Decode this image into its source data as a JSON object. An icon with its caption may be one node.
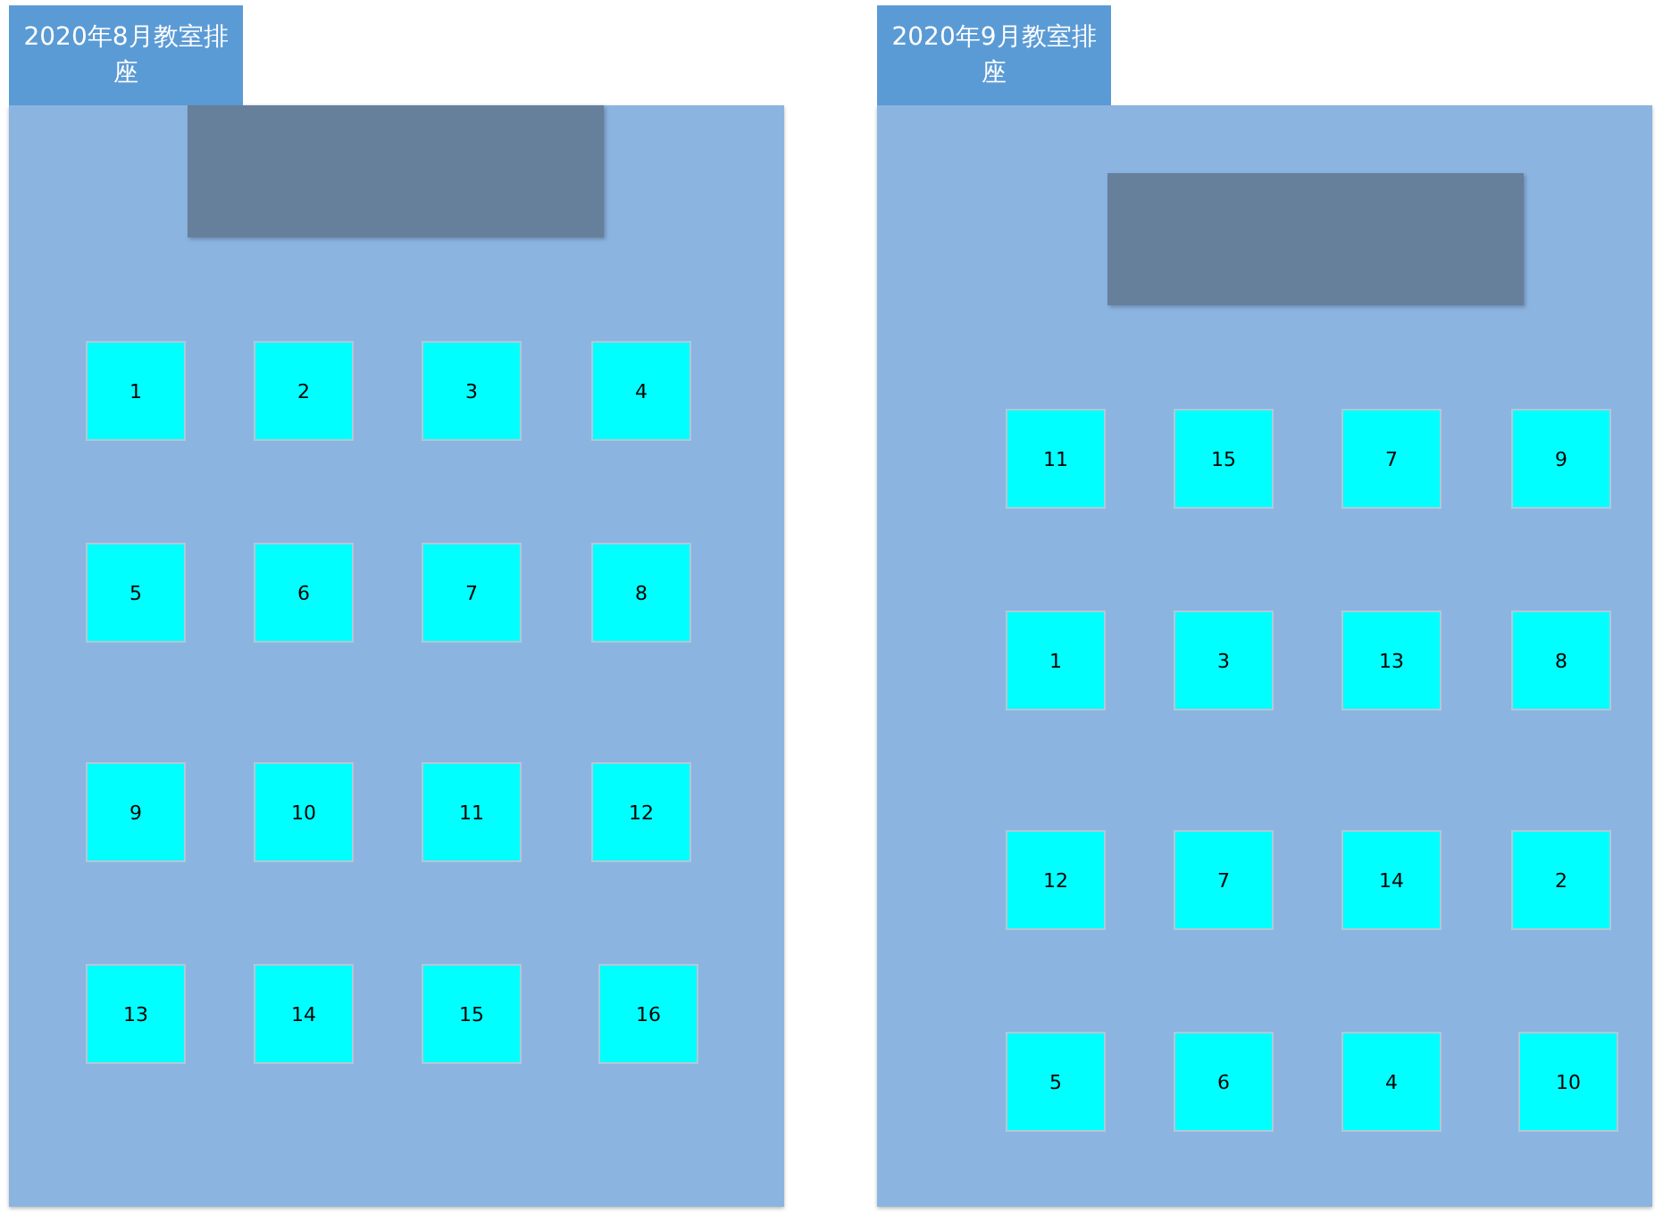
{
  "diagram": {
    "nodes": [
      {
        "text": [
          "2020年8月教室排座"
        ]
      },
      {
        "text": [],
        "shape": "box",
        "in": 0
      },
      {
        "text": [
          "1"
        ],
        "in": 0
      },
      {
        "text": [
          "2"
        ],
        "in": 0
      },
      {
        "text": [
          "3"
        ],
        "in": 0
      },
      {
        "text": [
          "4"
        ],
        "in": 0
      },
      {
        "text": [
          "5"
        ],
        "in": 0
      },
      {
        "text": [
          "6"
        ],
        "in": 0
      },
      {
        "text": [
          "7"
        ],
        "in": 0
      },
      {
        "text": [
          "8"
        ],
        "in": 0
      },
      {
        "text": [
          "9"
        ],
        "in": 0
      },
      {
        "text": [
          "10"
        ],
        "in": 0
      },
      {
        "text": [
          "11"
        ],
        "in": 0
      },
      {
        "text": [
          "12"
        ],
        "in": 0
      },
      {
        "text": [
          "13"
        ],
        "in": 0
      },
      {
        "text": [
          "14"
        ],
        "in": 0
      },
      {
        "text": [
          "15"
        ],
        "in": 0
      },
      {
        "text": [
          "16"
        ],
        "in": 0
      },
      {
        "text": [
          "2020年9月教室排座"
        ]
      },
      {
        "text": [],
        "shape": "box",
        "in": 18
      },
      {
        "text": [
          "11"
        ],
        "in": 18
      },
      {
        "text": [
          "15"
        ],
        "in": 18
      },
      {
        "text": [
          "7"
        ],
        "in": 18
      },
      {
        "text": [
          "9"
        ],
        "in": 18
      },
      {
        "text": [
          "1"
        ],
        "in": 18
      },
      {
        "text": [
          "3"
        ],
        "in": 18
      },
      {
        "text": [
          "13"
        ],
        "in": 18
      },
      {
        "text": [
          "8"
        ],
        "in": 18
      },
      {
        "text": [
          "12"
        ],
        "in": 18
      },
      {
        "text": [
          "7"
        ],
        "in": 18
      },
      {
        "text": [
          "14"
        ],
        "in": 18
      },
      {
        "text": [
          "2"
        ],
        "in": 18
      },
      {
        "text": [
          "5"
        ],
        "in": 18
      },
      {
        "text": [
          "6"
        ],
        "in": 18
      },
      {
        "text": [
          "4"
        ],
        "in": 18
      },
      {
        "text": [
          "10"
        ],
        "in": 18
      }
    ],
    "edges": []
  }
}
